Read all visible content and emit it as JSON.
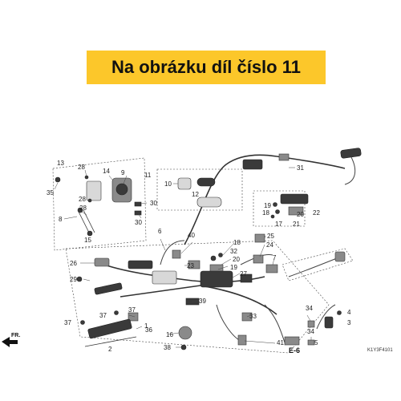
{
  "banner": {
    "text": "Na obrázku díl číslo 11"
  },
  "callouts": {
    "c13": "13",
    "c35": "35",
    "c28a": "28",
    "c14": "14",
    "c9": "9",
    "c28b": "28",
    "c28c": "28",
    "c8": "8",
    "c15": "15",
    "c30a": "30",
    "c30b": "30",
    "c11": "11",
    "c10": "10",
    "c12": "12",
    "c31": "31",
    "c19": "19",
    "c18a": "18",
    "c20a": "20",
    "c22": "22",
    "c17": "17",
    "c21": "21",
    "c6": "6",
    "c40": "40",
    "c18b": "18",
    "c25": "25",
    "c24": "24",
    "c32": "32",
    "c20b": "20",
    "c19b": "19",
    "c7": "7",
    "c26": "26",
    "c23": "23",
    "c29": "29",
    "c27": "27",
    "c39": "39",
    "c33": "33",
    "c34": "34",
    "c4": "4",
    "c3": "3",
    "c34b": "34",
    "c5": "5",
    "c41": "41",
    "e6": "E-6",
    "c37a": "37",
    "c37b": "37",
    "c37c": "37",
    "c1": "1",
    "c36": "36",
    "c2": "2",
    "c16": "16",
    "c38": "38",
    "fr": "FR."
  },
  "diagram": {
    "code": "K1Y3F4101"
  },
  "colors": {
    "banner": "#fcc72a",
    "ink": "#222222"
  }
}
